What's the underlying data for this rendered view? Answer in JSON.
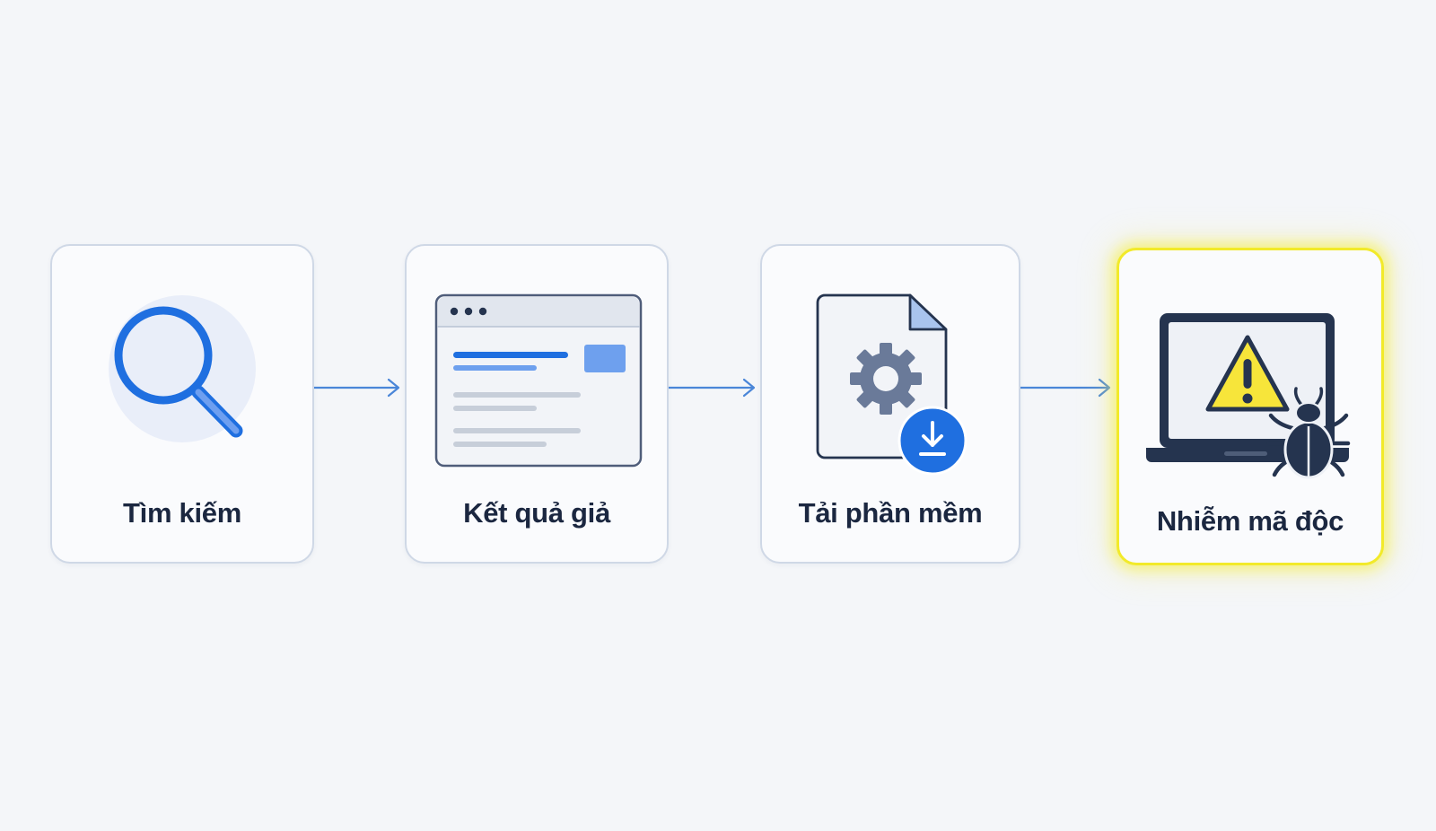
{
  "steps": [
    {
      "label": "Tìm kiếm",
      "icon": "search-icon"
    },
    {
      "label": "Kết quả giả",
      "icon": "fake-results-browser-icon"
    },
    {
      "label": "Tải phần mềm",
      "icon": "software-download-icon"
    },
    {
      "label": "Nhiễm mã độc",
      "icon": "malware-infected-laptop-icon"
    }
  ],
  "colors": {
    "background": "#f4f6f9",
    "accent_blue": "#1f6fe0",
    "navy": "#25344f",
    "highlight_yellow": "#f2ea2a",
    "warning_yellow": "#f7e53a"
  }
}
